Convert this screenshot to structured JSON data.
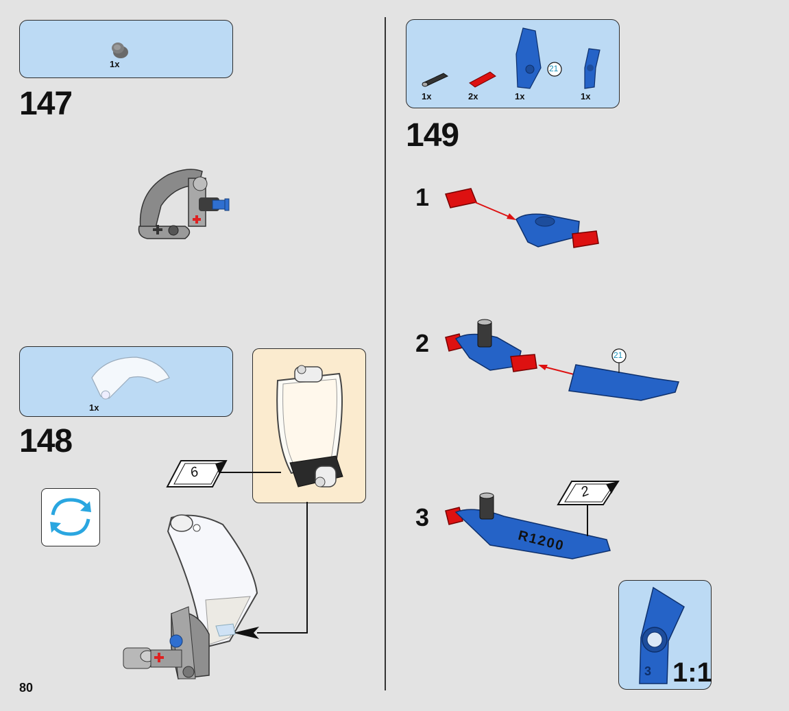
{
  "page_number": "80",
  "steps": [
    {
      "number": "147",
      "parts": [
        {
          "qty": "1x",
          "part": "dark-grey-bush-icon"
        }
      ]
    },
    {
      "number": "148",
      "parts": [
        {
          "qty": "1x",
          "part": "transparent-panel-icon"
        }
      ],
      "callout_ref": "6",
      "rotate_icon": "rotate-model-icon"
    },
    {
      "number": "149",
      "parts": [
        {
          "qty": "1x",
          "part": "black-axle-pin-icon"
        },
        {
          "qty": "2x",
          "part": "red-axle-connector-icon"
        },
        {
          "qty": "1x",
          "part": "blue-panel-icon",
          "callout": "21"
        },
        {
          "qty": "1x",
          "part": "blue-bent-beam-icon"
        }
      ],
      "substeps": [
        {
          "label": "1"
        },
        {
          "label": "2",
          "callout": "21"
        },
        {
          "label": "3",
          "callout_ref": "2",
          "decal_text": "R1200"
        }
      ],
      "scale_label": "1:1",
      "scale_part_number": "3"
    }
  ]
}
